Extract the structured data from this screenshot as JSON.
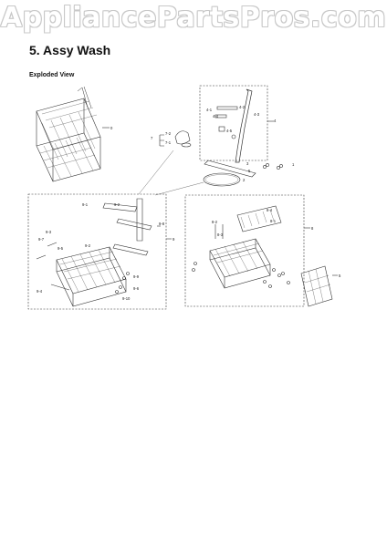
{
  "watermark": "AppliancePartsPros.com",
  "section_title": "5.  Assy Wash",
  "sub_title": "Exploded View",
  "labels": {
    "l0": "0",
    "l1": "1",
    "l2": "2",
    "l3": "3",
    "l5": "5",
    "l6": "6",
    "l8": "8",
    "l4": "4",
    "l41": "4-1",
    "l42": "4-2",
    "l43": "4-3",
    "l44": "4-4",
    "l45": "4-5",
    "l7": "7",
    "l71": "7-1",
    "l72": "7-2",
    "l9": "9",
    "l91": "9-1",
    "l92": "9-2",
    "l93": "9-3",
    "l94": "9-4",
    "l95": "9-5",
    "l96": "9-6",
    "l97": "9-7",
    "l98": "9-8",
    "l99": "9-9",
    "l910": "9-10",
    "l81": "8-1",
    "l82": "8-2",
    "l83": "8-3",
    "l84": "8-4",
    "l85": "8-5",
    "l86": "8-6"
  },
  "colors": {
    "line": "#333333",
    "watermark_outline": "#c8c8c8",
    "background": "#ffffff"
  }
}
